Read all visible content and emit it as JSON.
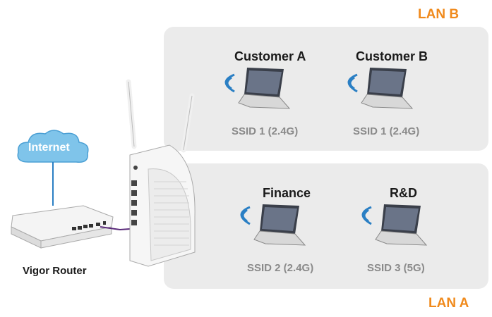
{
  "lans": {
    "lan_b": {
      "label": "LAN B",
      "clients": [
        {
          "name": "Customer A",
          "ssid": "SSID 1 (2.4G)"
        },
        {
          "name": "Customer B",
          "ssid": "SSID 1 (2.4G)"
        }
      ]
    },
    "lan_a": {
      "label": "LAN A",
      "clients": [
        {
          "name": "Finance",
          "ssid": "SSID 2 (2.4G)"
        },
        {
          "name": "R&D",
          "ssid": "SSID 3 (5G)"
        }
      ]
    }
  },
  "internet": {
    "label": "Internet"
  },
  "router": {
    "label": "Vigor Router"
  },
  "colors": {
    "lan_label": "#f08a1c",
    "cloud": "#7fc4ea",
    "wifi_waves": "#2a7fc4",
    "panel": "#ebebeb"
  }
}
